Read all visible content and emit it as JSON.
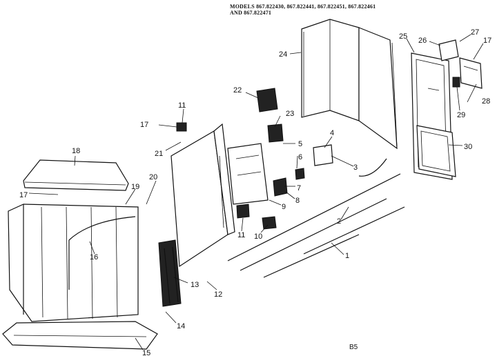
{
  "header": {
    "line1": "MODELS 867.822430, 867.822441, 867.822451, 867.822461",
    "line2": "AND 867.822471"
  },
  "page_code": "B5",
  "callouts": {
    "c1": "1",
    "c2": "2",
    "c3": "3",
    "c4": "4",
    "c5": "5",
    "c6": "6",
    "c7": "7",
    "c8": "8",
    "c9": "9",
    "c10": "10",
    "c11a": "11",
    "c11b": "11",
    "c12": "12",
    "c13": "13",
    "c14": "14",
    "c15": "15",
    "c16": "16",
    "c17a": "17",
    "c17b": "17",
    "c17c": "17",
    "c18": "18",
    "c19": "19",
    "c20": "20",
    "c21": "21",
    "c22": "22",
    "c23": "23",
    "c24": "24",
    "c25": "25",
    "c26": "26",
    "c27": "27",
    "c28": "28",
    "c29": "29",
    "c30": "30"
  }
}
